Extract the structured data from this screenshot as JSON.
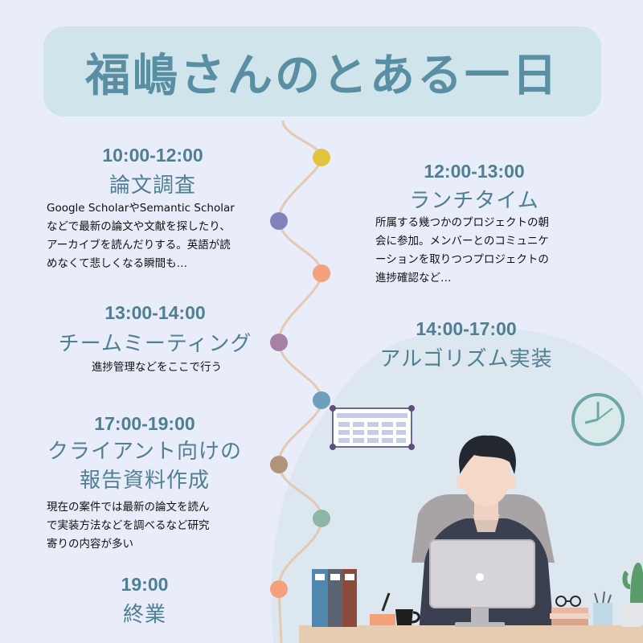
{
  "title": "福嶋さんのとある一日",
  "schedule": [
    {
      "time": "10:00-12:00",
      "title": "論文調査",
      "desc": "Google ScholarやSemantic Scholar\nなどで最新の論文や文献を探したり、\nアーカイブを読んだりする。英語が読\nめなくて悲しくなる瞬間も…"
    },
    {
      "time": "12:00-13:00",
      "title": "ランチタイム",
      "desc": "所属する幾つかのプロジェクトの朝\n会に参加。メンバーとのコミュニケ\nーションを取りつつプロジェクトの\n進捗確認など…"
    },
    {
      "time": "13:00-14:00",
      "title": "チームミーティング",
      "desc": "進捗管理などをここで行う"
    },
    {
      "time": "14:00-17:00",
      "title": "アルゴリズム実装",
      "desc": ""
    },
    {
      "time": "17:00-19:00",
      "title": "クライアント向けの\n報告資料作成",
      "desc": "現在の案件では最新の論文を読ん\nで実装方法などを調べるなど研究\n寄りの内容が多い"
    },
    {
      "time": "19:00",
      "title": "終業",
      "desc": ""
    }
  ],
  "colors": {
    "background": "#e9ecf9",
    "title_box": "#d0e4ec",
    "accent_text": "#4f7f92",
    "blob": "#dde7f0",
    "timeline_line": "#e3c9b2",
    "dots": [
      "#e2c43c",
      "#7f83bb",
      "#f2a17b",
      "#a582a5",
      "#6e9fb9",
      "#b0957b",
      "#8fb5a6",
      "#f2a17b"
    ]
  }
}
